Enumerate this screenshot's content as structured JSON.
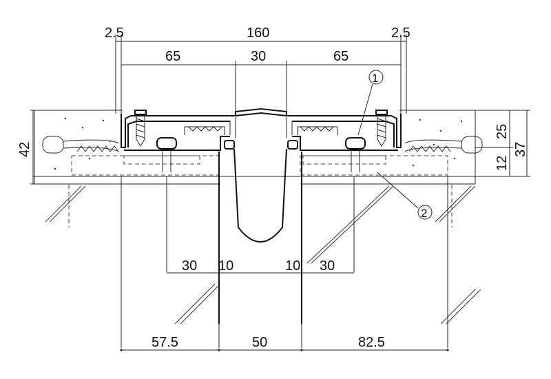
{
  "dimensions": {
    "top_left_gap": "2.5",
    "top_total": "160",
    "top_right_gap": "2.5",
    "mid_left": "65",
    "mid_center": "30",
    "mid_right": "65",
    "left_height": "42",
    "right_upper": "25",
    "right_lower": "12",
    "right_total": "37",
    "inner_left_30": "30",
    "inner_left_10": "10",
    "inner_right_10": "10",
    "inner_right_30": "30",
    "bottom_left": "57.5",
    "bottom_center": "50",
    "bottom_right": "82.5"
  },
  "callouts": {
    "one": "1",
    "two": "2"
  }
}
